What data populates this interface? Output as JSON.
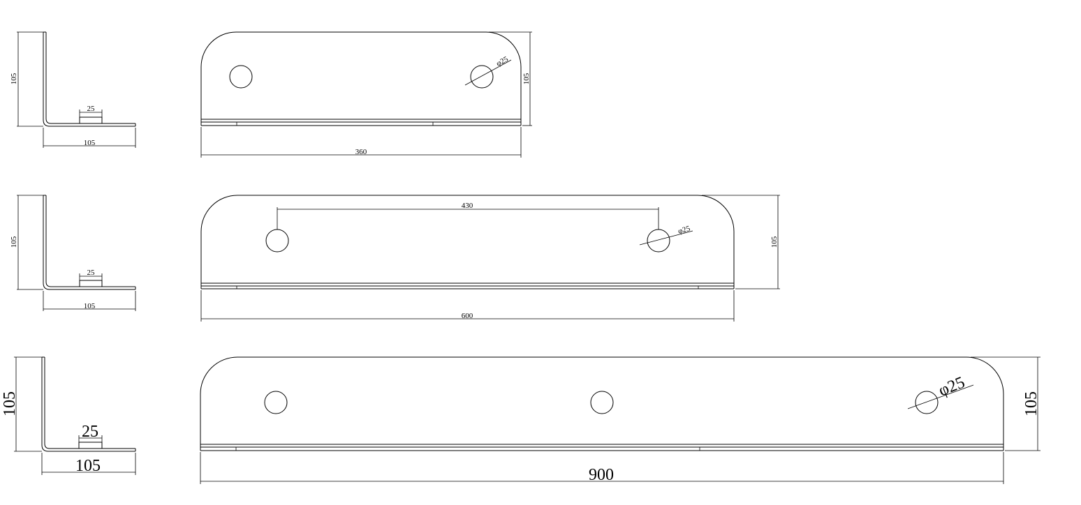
{
  "drawing": {
    "row1": {
      "side_view": {
        "height_label": "105",
        "tab_label": "25",
        "width_label": "105"
      },
      "front_view": {
        "hole_label": "φ25",
        "height_label": "105",
        "length_label": "360"
      }
    },
    "row2": {
      "side_view": {
        "height_label": "105",
        "tab_label": "25",
        "width_label": "105"
      },
      "front_view": {
        "spacing_label": "430",
        "hole_label": "φ25",
        "height_label": "105",
        "length_label": "600"
      }
    },
    "row3": {
      "side_view": {
        "height_label": "105",
        "tab_label": "25",
        "width_label": "105"
      },
      "front_view": {
        "hole_label": "φ25",
        "height_label": "105",
        "length_label": "900"
      }
    }
  }
}
